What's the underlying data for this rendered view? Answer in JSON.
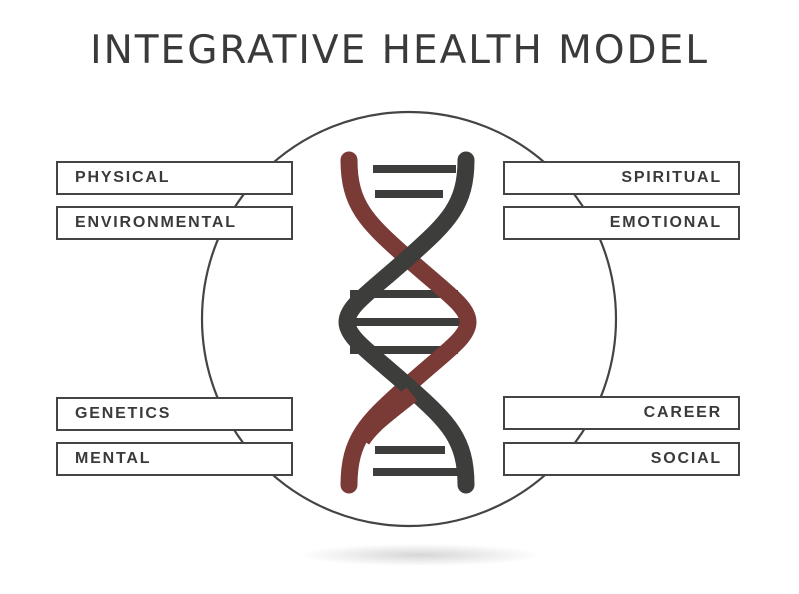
{
  "title": "INTEGRATIVE HEALTH MODEL",
  "colors": {
    "strand_dark": "#3d3d3b",
    "strand_red": "#7a3a36",
    "outline": "#444444",
    "text": "#3a3a3a"
  },
  "icons": [
    "dna-helix-icon"
  ],
  "labels": {
    "left": [
      "PHYSICAL",
      "ENVIRONMENTAL",
      "GENETICS",
      "MENTAL"
    ],
    "right": [
      "SPIRITUAL",
      "EMOTIONAL",
      "CAREER",
      "SOCIAL"
    ]
  }
}
